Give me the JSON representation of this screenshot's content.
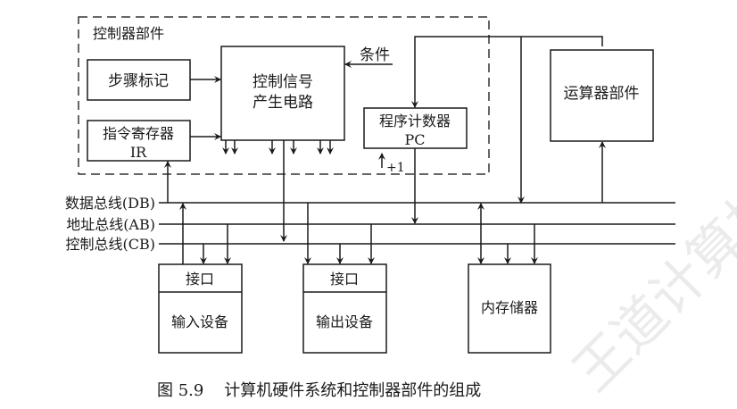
{
  "controller": {
    "title": "控制器部件",
    "step_marker": "步骤标记",
    "ir_line1": "指令寄存器",
    "ir_line2": "IR",
    "cu_line1": "控制信号",
    "cu_line2": "产生电路",
    "condition": "条件",
    "pc_line1": "程序计数器",
    "pc_line2": "PC",
    "pc_increment": "+1"
  },
  "alu": {
    "label": "运算器部件"
  },
  "buses": {
    "db": "数据总线(DB)",
    "ab": "地址总线(AB)",
    "cb": "控制总线(CB)"
  },
  "devices": {
    "input_interface": "接口",
    "input_device": "输入设备",
    "output_interface": "接口",
    "output_device": "输出设备",
    "memory": "内存储器"
  },
  "caption": "图 5.9    计算机硬件系统和控制器部件的组成",
  "watermark": "王道计算机教育"
}
